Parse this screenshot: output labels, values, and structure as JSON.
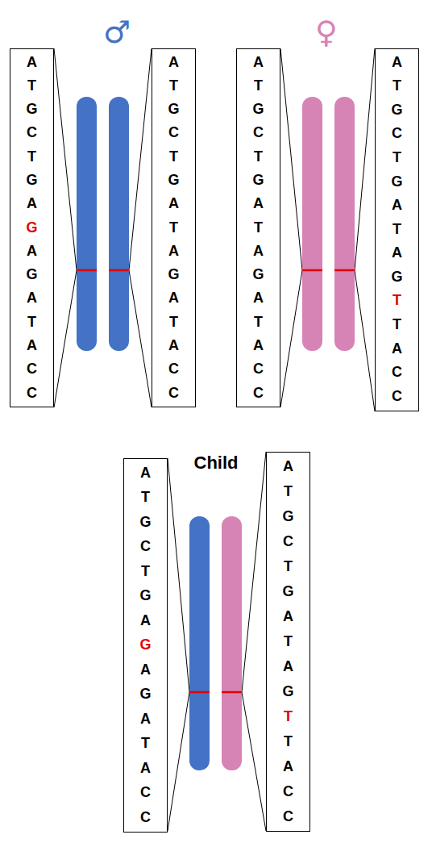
{
  "diagram": {
    "nodes": [
      {
        "text": [
          "A T G C T G A",
          "G",
          "A G A T A C C"
        ]
      },
      {
        "text": [
          "A T G C T G A T A G A T A C C"
        ]
      },
      {
        "text": [
          "A T G C T G A T A G A T A C C"
        ]
      },
      {
        "text": [
          "A T G C T G A T A G",
          "T",
          "T A C C"
        ]
      },
      {
        "text": [
          "A T G C T G A",
          "G",
          "A G A T A C C"
        ]
      },
      {
        "text": [
          "A T G C T G A T A G",
          "T",
          "T A C C"
        ]
      }
    ],
    "labels": [
      "♂",
      "♀",
      "Child"
    ]
  }
}
